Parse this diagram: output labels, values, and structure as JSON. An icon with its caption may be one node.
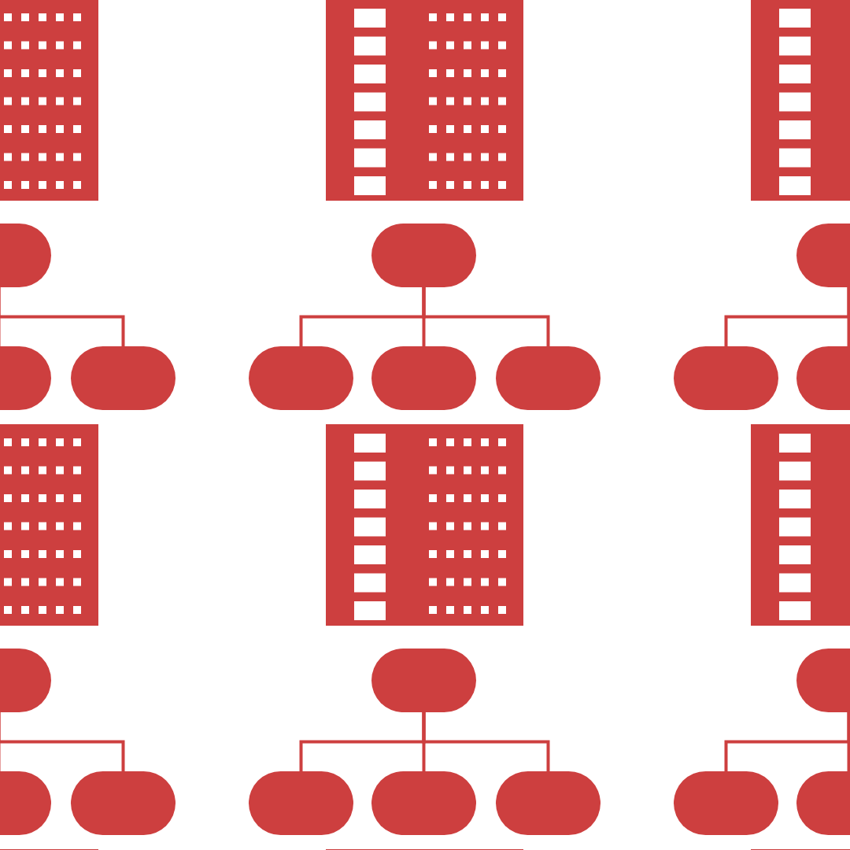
{
  "diagram": {
    "nodes": [
      {
        "text": [],
        "shape": "pill"
      },
      {
        "text": [],
        "shape": "pill"
      },
      {
        "text": [],
        "shape": "pill"
      },
      {
        "text": [],
        "shape": "pill"
      },
      {
        "text": [],
        "shape": "pill"
      },
      {
        "text": [],
        "shape": "pill"
      },
      {
        "text": [],
        "shape": "pill"
      },
      {
        "text": [],
        "shape": "pill"
      },
      {
        "text": [],
        "shape": "pill"
      },
      {
        "text": [],
        "shape": "pill"
      },
      {
        "text": [],
        "shape": "pill"
      },
      {
        "text": [],
        "shape": "pill"
      },
      {
        "text": [],
        "shape": "pill"
      },
      {
        "text": [],
        "shape": "pill"
      },
      {
        "text": [],
        "shape": "pill"
      },
      {
        "text": [],
        "shape": "pill"
      },
      {
        "text": [],
        "shape": "pill"
      },
      {
        "text": [],
        "shape": "pill"
      },
      {
        "text": [],
        "shape": "pill"
      },
      {
        "text": [],
        "shape": "pill"
      }
    ],
    "edges": [
      {
        "from": 0,
        "to": 3,
        "arrow": "none"
      },
      {
        "from": 0,
        "to": 4,
        "arrow": "none"
      },
      {
        "from": 1,
        "to": 5,
        "arrow": "none"
      },
      {
        "from": 1,
        "to": 6,
        "arrow": "none"
      },
      {
        "from": 1,
        "to": 7,
        "arrow": "none"
      },
      {
        "from": 2,
        "to": 8,
        "arrow": "none"
      },
      {
        "from": 2,
        "to": 9,
        "arrow": "none"
      },
      {
        "from": 10,
        "to": 13,
        "arrow": "none"
      },
      {
        "from": 10,
        "to": 14,
        "arrow": "none"
      },
      {
        "from": 11,
        "to": 15,
        "arrow": "none"
      },
      {
        "from": 11,
        "to": 16,
        "arrow": "none"
      },
      {
        "from": 11,
        "to": 17,
        "arrow": "none"
      },
      {
        "from": 12,
        "to": 18,
        "arrow": "none"
      },
      {
        "from": 12,
        "to": 19,
        "arrow": "none"
      }
    ]
  }
}
